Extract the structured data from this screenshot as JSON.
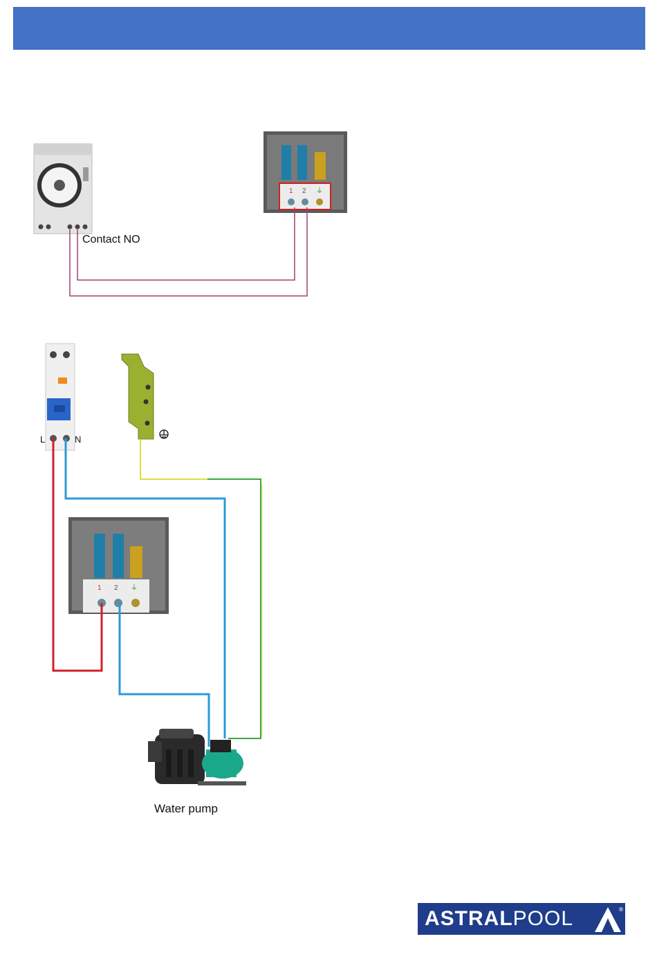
{
  "labels": {
    "contact": "Contact  NO",
    "breaker_l": "L",
    "breaker_n": "N",
    "pump": "Water pump"
  },
  "terminals": [
    "1",
    "2",
    "⏚"
  ],
  "logo": {
    "bold": "ASTRAL",
    "light": "POOL",
    "registered": "®"
  },
  "colors": {
    "header": "#4472c4",
    "wire_contact": "#a0406e",
    "wire_live": "#d0202a",
    "wire_neutral": "#2a9ad8",
    "wire_earth_yellow": "#d8e040",
    "wire_earth_green": "#3aa83a",
    "logo_bg": "#1f3d8a"
  }
}
